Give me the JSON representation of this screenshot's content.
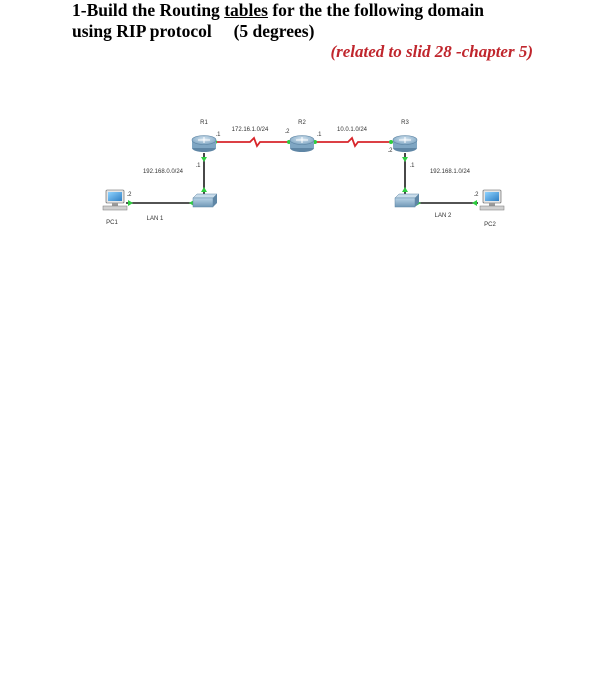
{
  "question": {
    "line1_prefix": "1-Build the Routing ",
    "line1_underlined": "tables",
    "line1_suffix": " for the the following domain",
    "line2": "using RIP protocol     (5 degrees)",
    "note": "(related to slid 28 -chapter 5)"
  },
  "topology": {
    "routers": [
      {
        "name": "R1"
      },
      {
        "name": "R2"
      },
      {
        "name": "R3"
      }
    ],
    "switches": [
      {
        "name": "LAN 1"
      },
      {
        "name": "LAN 2"
      }
    ],
    "pcs": [
      {
        "name": "PC1"
      },
      {
        "name": "PC2"
      }
    ],
    "networks": {
      "r1_r2": "172.16.1.0/24",
      "r2_r3": "10.0.1.0/24",
      "lan1": "192.168.0.0/24",
      "lan2": "192.168.1.0/24"
    },
    "interface_labels": {
      "r1_to_r2": ".1",
      "r2_to_r1": ".2",
      "r2_to_r3": ".1",
      "r3_to_r2": ".2",
      "r1_to_lan1": ".1",
      "r3_to_lan2": ".1",
      "pc1": ".2",
      "pc2": ".2"
    },
    "colors": {
      "serial_link": "#d8262b",
      "ethernet_link": "#1a1a1a",
      "link_up": "#2ecc40",
      "router_body": "#8fb4cf"
    }
  }
}
